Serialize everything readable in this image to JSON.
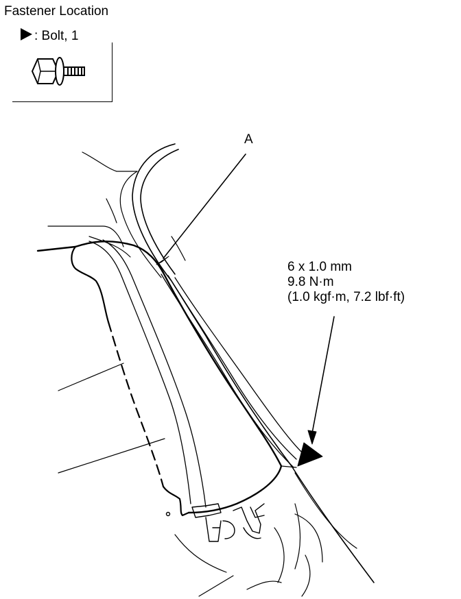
{
  "legend": {
    "title": "Fastener Location",
    "bolt_label": ": Bolt, 1"
  },
  "callouts": {
    "part_a": "A"
  },
  "torque_spec": {
    "size": "6 x 1.0 mm",
    "torque_nm": "9.8 N·m",
    "torque_alt": "(1.0 kgf·m, 7.2 lbf·ft)"
  },
  "icons": {
    "bolt_marker": "triangle-pointer-icon",
    "bolt": "flange-bolt-icon"
  }
}
